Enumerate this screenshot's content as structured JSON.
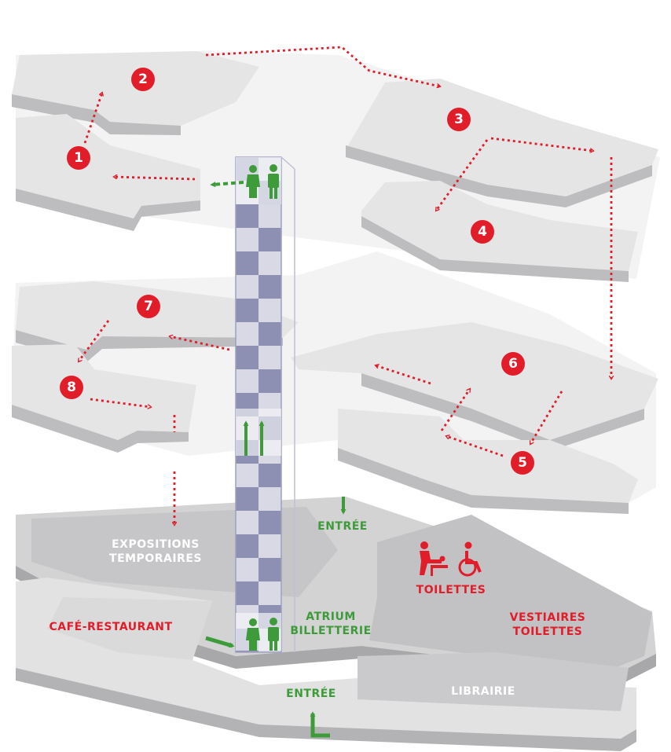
{
  "rooms": [
    "1",
    "2",
    "3",
    "4",
    "5",
    "6",
    "7",
    "8"
  ],
  "labels": {
    "expositions_line1": "EXPOSITIONS",
    "expositions_line2": "TEMPORAIRES",
    "entree_top": "ENTRÉE",
    "toilettes_icons": "TOILETTES",
    "vestiaires_line1": "VESTIAIRES",
    "vestiaires_line2": "TOILETTES",
    "atrium_line1": "ATRIUM",
    "atrium_line2": "BILLETTERIE",
    "cafe": "CAFÉ-RESTAURANT",
    "entree_bottom": "ENTRÉE",
    "librairie": "LIBRAIRIE"
  },
  "icons": [
    "person-man-icon",
    "person-woman-icon",
    "baby-changing-icon",
    "wheelchair-icon",
    "green-arrow-icon",
    "red-dotted-arrow-icon"
  ],
  "colors": {
    "route": "#e21d2a",
    "access": "#3e9b3a",
    "floor": "#e6e6e7",
    "ground_floor": "#cfcfd0",
    "elevator": "#8d8fb3"
  }
}
